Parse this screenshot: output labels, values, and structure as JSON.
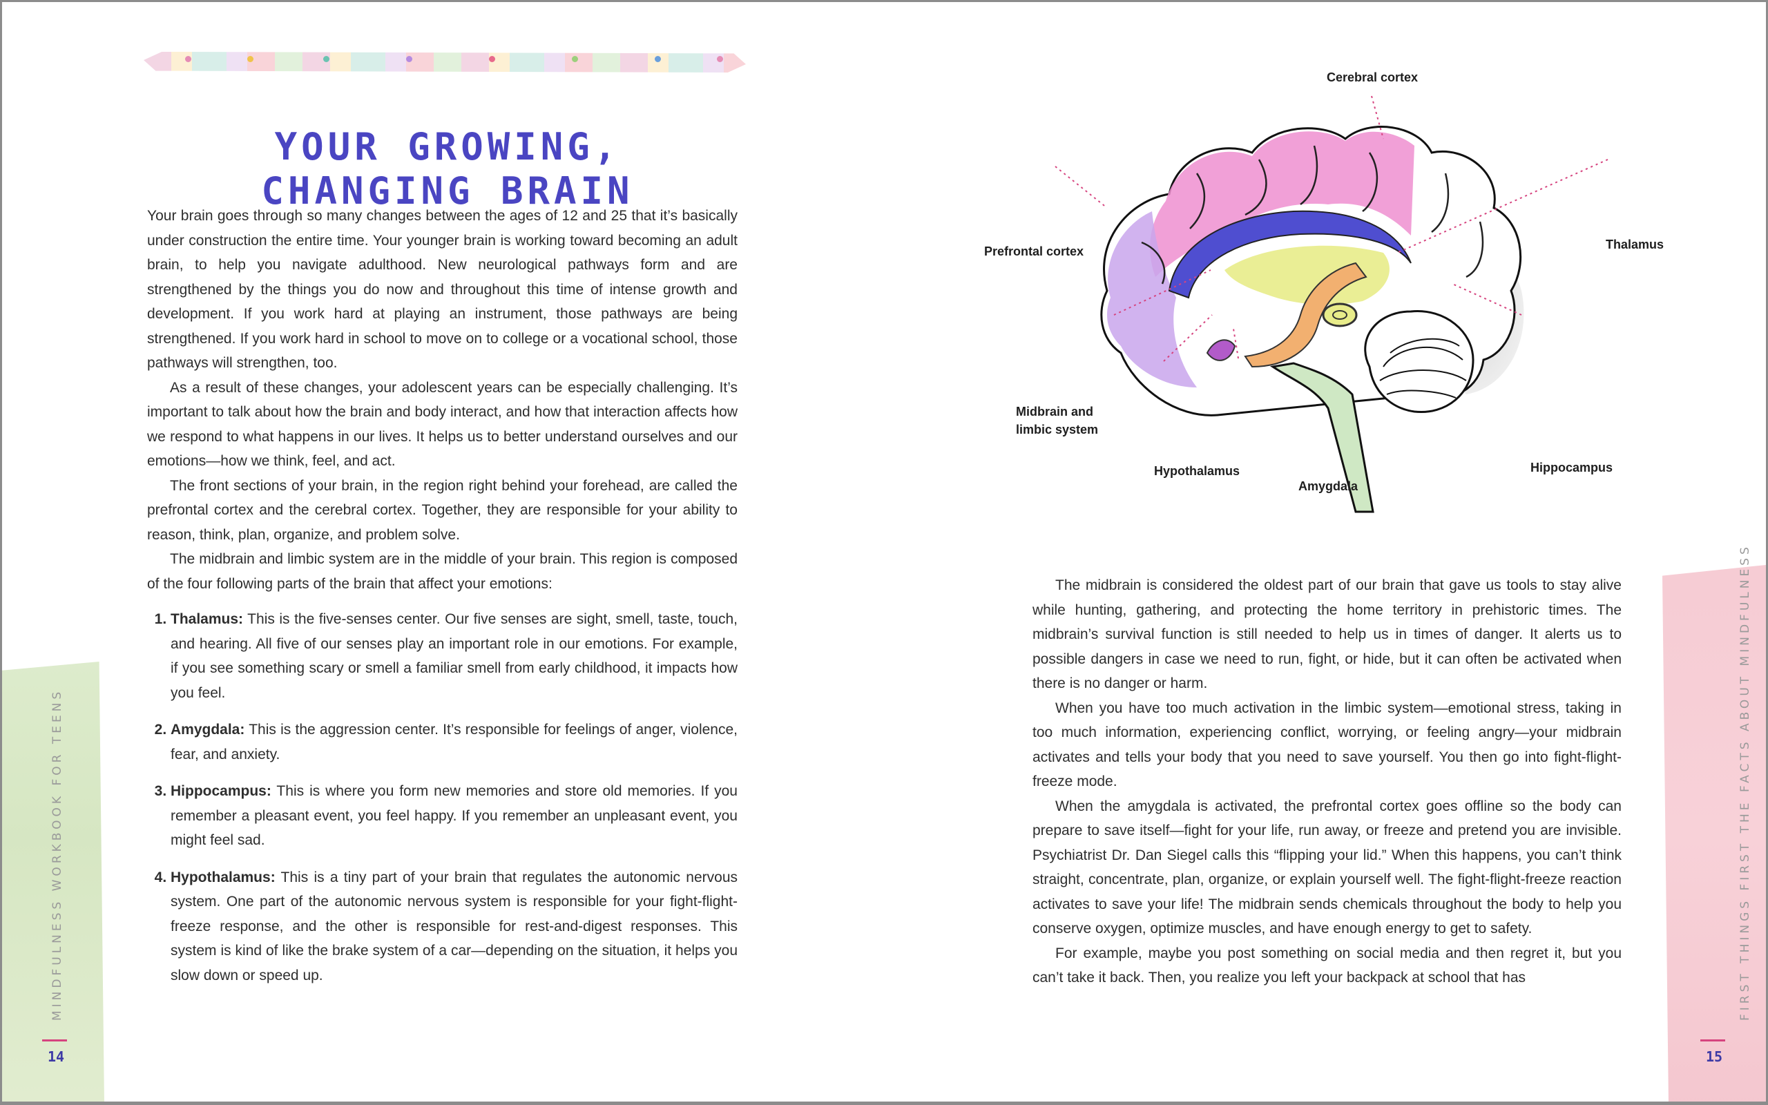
{
  "left_page": {
    "title_line1": "YOUR GROWING,",
    "title_line2": "CHANGING BRAIN",
    "paragraphs": [
      "Your brain goes through so many changes between the ages of 12 and 25 that it’s basically under construction the entire time. Your younger brain is working toward becoming an adult brain, to help you navigate adulthood. New neurological pathways form and are strengthened by the things you do now and throughout this time of intense growth and development. If you work hard at playing an instrument, those pathways are being strengthened. If you work hard in school to move on to college or a vocational school, those pathways will strengthen, too.",
      "As a result of these changes, your adolescent years can be especially challenging. It’s important to talk about how the brain and body interact, and how that interaction affects how we respond to what happens in our lives. It helps us to better understand ourselves and our emotions—how we think, feel, and act.",
      "The front sections of your brain, in the region right behind your forehead, are called the prefrontal cortex and the cerebral cortex. Together, they are responsible for your ability to reason, think, plan, organize, and problem solve.",
      "The midbrain and limbic system are in the middle of your brain. This region is composed of the four following parts of the brain that affect your emotions:"
    ],
    "list": [
      {
        "term": "Thalamus:",
        "text": " This is the five-senses center. Our five senses are sight, smell, taste, touch, and hearing. All five of our senses play an important role in our emotions. For example, if you see something scary or smell a familiar smell from early childhood, it impacts how you feel."
      },
      {
        "term": "Amygdala:",
        "text": " This is the aggression center. It’s responsible for feelings of anger, violence, fear, and anxiety."
      },
      {
        "term": "Hippocampus:",
        "text": " This is where you form new memories and store old memories. If you remember a pleasant event, you feel happy. If you remember an unpleasant event, you might feel sad."
      },
      {
        "term": "Hypothalamus:",
        "text": " This is a tiny part of your brain that regulates the autonomic nervous system. One part of the autonomic nervous system is responsible for your fight-flight-freeze response, and the other is responsible for rest-and-digest responses. This system is kind of like the brake system of a car—depending on the situation, it helps you slow down or speed up."
      }
    ],
    "running_head": "MINDFULNESS WORKBOOK FOR TEENS",
    "folio": "14"
  },
  "diagram": {
    "labels": {
      "cerebral_cortex": "Cerebral cortex",
      "prefrontal_cortex": "Prefrontal cortex",
      "thalamus": "Thalamus",
      "midbrain_line1": "Midbrain and",
      "midbrain_line2": "limbic system",
      "hypothalamus": "Hypothalamus",
      "amygdala": "Amygdala",
      "hippocampus": "Hippocampus"
    },
    "colors": {
      "cortex_pink": "#ee8fd0",
      "frontal_purple": "#c9a6ec",
      "limbic_blue": "#4f4ed0",
      "thalamus_yellow": "#e8ec8a",
      "amygdala_orange": "#f2b070",
      "leader": "#d6447f"
    }
  },
  "right_page": {
    "paragraphs": [
      "The midbrain is considered the oldest part of our brain that gave us tools to stay alive while hunting, gathering, and protecting the home territory in prehistoric times. The midbrain’s survival function is still needed to help us in times of danger. It alerts us to possible dangers in case we need to run, fight, or hide, but it can often be activated when there is no danger or harm.",
      "When you have too much activation in the limbic system—emotional stress, taking in too much information, experiencing conflict, worrying, or feeling angry—your midbrain activates and tells your body that you need to save yourself. You then go into fight-flight-freeze mode.",
      "When the amygdala is activated, the prefrontal cortex goes offline so the body can prepare to save itself—fight for your life, run away, or freeze and pretend you are invisible. Psychiatrist Dr. Dan Siegel calls this “flipping your lid.” When this happens, you can’t think straight, concentrate, plan, organize, or explain yourself well. The fight-flight-freeze reaction activates to save your life! The midbrain sends chemicals throughout the body to help you conserve oxygen, optimize muscles, and have enough energy to get to safety.",
      "For example, maybe you post something on social media and then regret it, but you can’t take it back. Then, you realize you left your backpack at school that has"
    ],
    "running_head": "FIRST THINGS FIRST THE FACTS ABOUT MINDFULNESS",
    "folio": "15"
  }
}
